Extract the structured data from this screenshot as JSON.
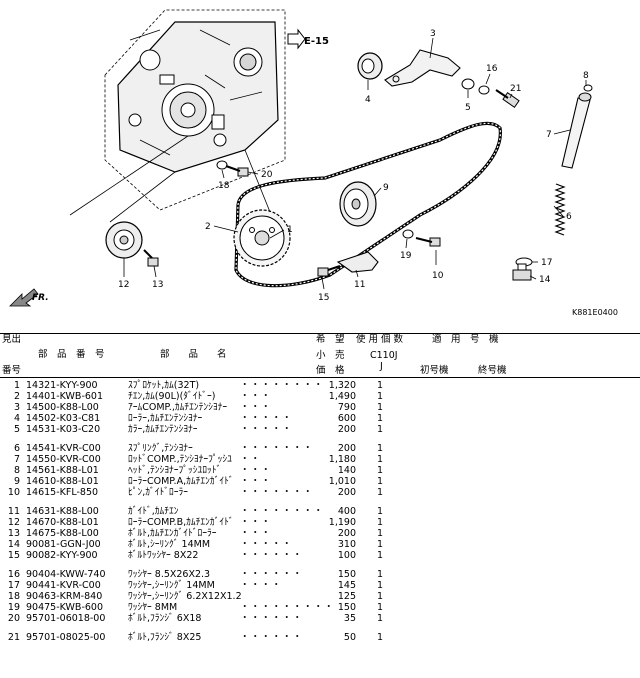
{
  "diagram": {
    "code": "K881E0400",
    "ref_label": "E-15",
    "front_label": "FR.",
    "callouts": [
      "1",
      "2",
      "3",
      "4",
      "5",
      "6",
      "7",
      "8",
      "9",
      "10",
      "11",
      "12",
      "13",
      "14",
      "15",
      "16",
      "17",
      "18",
      "19",
      "20",
      "21"
    ]
  },
  "header": {
    "lookup": "見出",
    "part_number": "部　品　番　号",
    "part_name": "部　　品　　名",
    "desired_retail": "希　望",
    "usage_count": "使 用 個 数",
    "applicable_model": "適　用　号　機",
    "small_retail": "小　売",
    "model": "C110J",
    "price": "価　格",
    "model_suffix": "J",
    "first_serial": "初号機",
    "last_serial": "終号機",
    "index_no": "番号"
  },
  "parts": [
    {
      "no": "1",
      "pn": "14321-KYY-900",
      "name": "ｽﾌﾟﾛｹｯﾄ,ｶﾑ(32T)",
      "dots": "・・・・・・・・",
      "price": "1,320",
      "qty": "1"
    },
    {
      "no": "2",
      "pn": "14401-KWB-601",
      "name": "ﾁｴﾝ,ｶﾑ(90L)(ﾀﾞｲﾄﾞｰ)",
      "dots": "・・・",
      "price": "1,490",
      "qty": "1"
    },
    {
      "no": "3",
      "pn": "14500-K88-L00",
      "name": "ｱｰﾑCOMP.,ｶﾑﾁｴﾝﾃﾝｼﾖﾅｰ",
      "dots": "・・・",
      "price": "790",
      "qty": "1"
    },
    {
      "no": "4",
      "pn": "14502-K03-C81",
      "name": "ﾛｰﾗｰ,ｶﾑﾁｴﾝﾃﾝｼﾖﾅｰ",
      "dots": "・・・・・",
      "price": "600",
      "qty": "1"
    },
    {
      "no": "5",
      "pn": "14531-K03-C20",
      "name": "ｶﾗｰ,ｶﾑﾁｴﾝﾃﾝｼﾖﾅｰ",
      "dots": "・・・・・",
      "price": "200",
      "qty": "1"
    },
    {
      "no": "6",
      "pn": "14541-KVR-C00",
      "name": "ｽﾌﾟﾘﾝｸﾞ,ﾃﾝｼﾖﾅｰ",
      "dots": "・・・・・・・",
      "price": "200",
      "qty": "1"
    },
    {
      "no": "7",
      "pn": "14550-KVR-C00",
      "name": "ﾛｯﾄﾞCOMP.,ﾃﾝｼﾖﾅｰﾌﾟｯｼﾕ",
      "dots": "・・",
      "price": "1,180",
      "qty": "1"
    },
    {
      "no": "8",
      "pn": "14561-K88-L01",
      "name": "ﾍｯﾄﾞ,ﾃﾝｼﾖﾅｰﾌﾟｯｼﾕﾛｯﾄﾞ",
      "dots": "・・・",
      "price": "140",
      "qty": "1"
    },
    {
      "no": "9",
      "pn": "14610-K88-L01",
      "name": "ﾛｰﾗｰCOMP.A,ｶﾑﾁｴﾝｶﾞｲﾄﾞ",
      "dots": "・・・",
      "price": "1,010",
      "qty": "1"
    },
    {
      "no": "10",
      "pn": "14615-KFL-850",
      "name": "ﾋﾟﾝ,ｶﾞｲﾄﾞﾛｰﾗｰ",
      "dots": "・・・・・・・",
      "price": "200",
      "qty": "1"
    },
    {
      "no": "11",
      "pn": "14631-K88-L00",
      "name": "ｶﾞｲﾄﾞ,ｶﾑﾁｴﾝ",
      "dots": "・・・・・・・・",
      "price": "400",
      "qty": "1"
    },
    {
      "no": "12",
      "pn": "14670-K88-L01",
      "name": "ﾛｰﾗｰCOMP.B,ｶﾑﾁｴﾝｶﾞｲﾄﾞ",
      "dots": "・・・",
      "price": "1,190",
      "qty": "1"
    },
    {
      "no": "13",
      "pn": "14675-K88-L00",
      "name": "ﾎﾞﾙﾄ,ｶﾑﾁｴﾝｶﾞｲﾄﾞﾛｰﾗｰ",
      "dots": "・・・",
      "price": "200",
      "qty": "1"
    },
    {
      "no": "14",
      "pn": "90081-GGN-J00",
      "name": "ﾎﾞﾙﾄ,ｼｰﾘﾝｸﾞ 14MM",
      "dots": "・・・・・",
      "price": "310",
      "qty": "1"
    },
    {
      "no": "15",
      "pn": "90082-KYY-900",
      "name": "ﾎﾞﾙﾄﾜｯｼﾔｰ 8X22",
      "dots": "・・・・・・",
      "price": "100",
      "qty": "1"
    },
    {
      "no": "16",
      "pn": "90404-KWW-740",
      "name": "ﾜｯｼﾔｰ 8.5X26X2.3",
      "dots": "・・・・・・",
      "price": "150",
      "qty": "1"
    },
    {
      "no": "17",
      "pn": "90441-KVR-C00",
      "name": "ﾜｯｼﾔｰ,ｼｰﾘﾝｸﾞ 14MM",
      "dots": "・・・・",
      "price": "145",
      "qty": "1"
    },
    {
      "no": "18",
      "pn": "90463-KRM-840",
      "name": "ﾜｯｼﾔｰ,ｼｰﾘﾝｸﾞ 6.2X12X1.2",
      "dots": "",
      "price": "125",
      "qty": "1"
    },
    {
      "no": "19",
      "pn": "90475-KWB-600",
      "name": "ﾜｯｼﾔｰ 8MM",
      "dots": "・・・・・・・・・",
      "price": "150",
      "qty": "1"
    },
    {
      "no": "20",
      "pn": "95701-06018-00",
      "name": "ﾎﾞﾙﾄ,ﾌﾗﾝｼﾞ 6X18",
      "dots": "・・・・・・",
      "price": "35",
      "qty": "1"
    },
    {
      "no": "21",
      "pn": "95701-08025-00",
      "name": "ﾎﾞﾙﾄ,ﾌﾗﾝｼﾞ 8X25",
      "dots": "・・・・・・",
      "price": "50",
      "qty": "1"
    }
  ]
}
